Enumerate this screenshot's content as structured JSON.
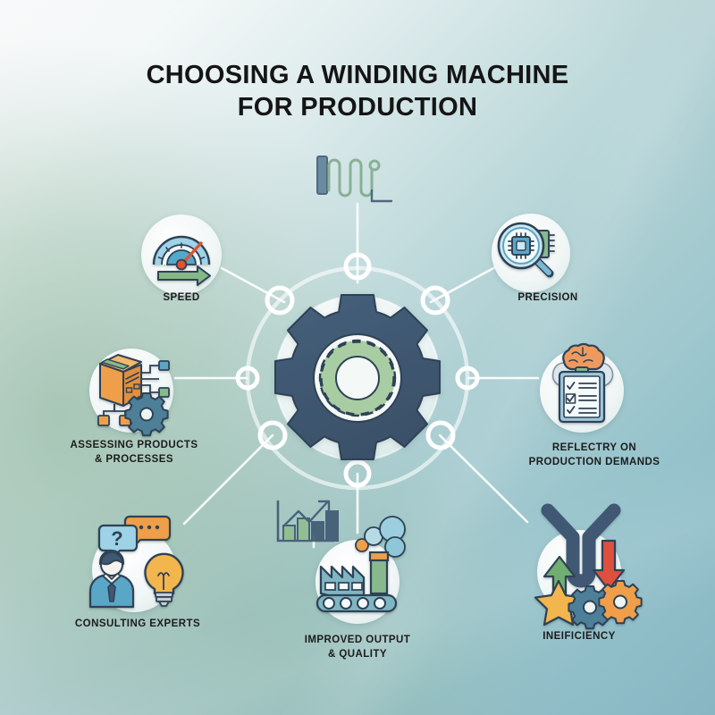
{
  "title": {
    "line1": "CHOOSING A WINDING MACHINE",
    "line2": "FOR PRODUCTION"
  },
  "center": {
    "icon": "gear-icon",
    "gear_color": "#3f5873",
    "inner_ring_color": "#9fc49b"
  },
  "palette": {
    "bg_top_left": "#ffffff",
    "bg_bottom_right": "#8cbcc8",
    "bg_green_tint": "#96baa3",
    "dark_blue": "#3f5873",
    "node_circle": "#eef4f4",
    "connector": "#ffffff",
    "dot_stroke": "#6f9a9b",
    "text": "#1c1c1c",
    "orange": "#ef9f4a",
    "red": "#e0503c",
    "green": "#6fae72",
    "teal": "#5ea9c6"
  },
  "nodes": [
    {
      "id": "speed",
      "label_lines": [
        "SPEED"
      ],
      "icon": "speedometer-icon",
      "position": "upper-left"
    },
    {
      "id": "precision",
      "label_lines": [
        "PRECISION"
      ],
      "icon": "magnifier-chip-icon",
      "position": "upper-right"
    },
    {
      "id": "assessing-products",
      "label_lines": [
        "ASSESSING PRODUCTS",
        "& PROCESSES"
      ],
      "icon": "package-workflow-gear-icon",
      "position": "left"
    },
    {
      "id": "reflectry-production",
      "label_lines": [
        "REFLECTRY ON",
        "PRODUCTION DEMANDS"
      ],
      "icon": "brain-clipboard-icon",
      "position": "right"
    },
    {
      "id": "consulting-experts",
      "label_lines": [
        "CONSULTING EXPERTS"
      ],
      "icon": "person-speech-bulb-icon",
      "position": "lower-left"
    },
    {
      "id": "improved-output",
      "label_lines": [
        "IMPROVED OUTPUT",
        "& QUALITY"
      ],
      "icon": "factory-icon",
      "position": "bottom"
    },
    {
      "id": "ineificiency",
      "label_lines": [
        "INEIFICIENCY"
      ],
      "icon": "arrows-gears-star-icon",
      "position": "lower-right"
    }
  ],
  "decorations": [
    {
      "id": "coil-winding",
      "icon": "coil-winding-icon"
    },
    {
      "id": "growth-chart",
      "icon": "bar-chart-growth-icon"
    }
  ]
}
